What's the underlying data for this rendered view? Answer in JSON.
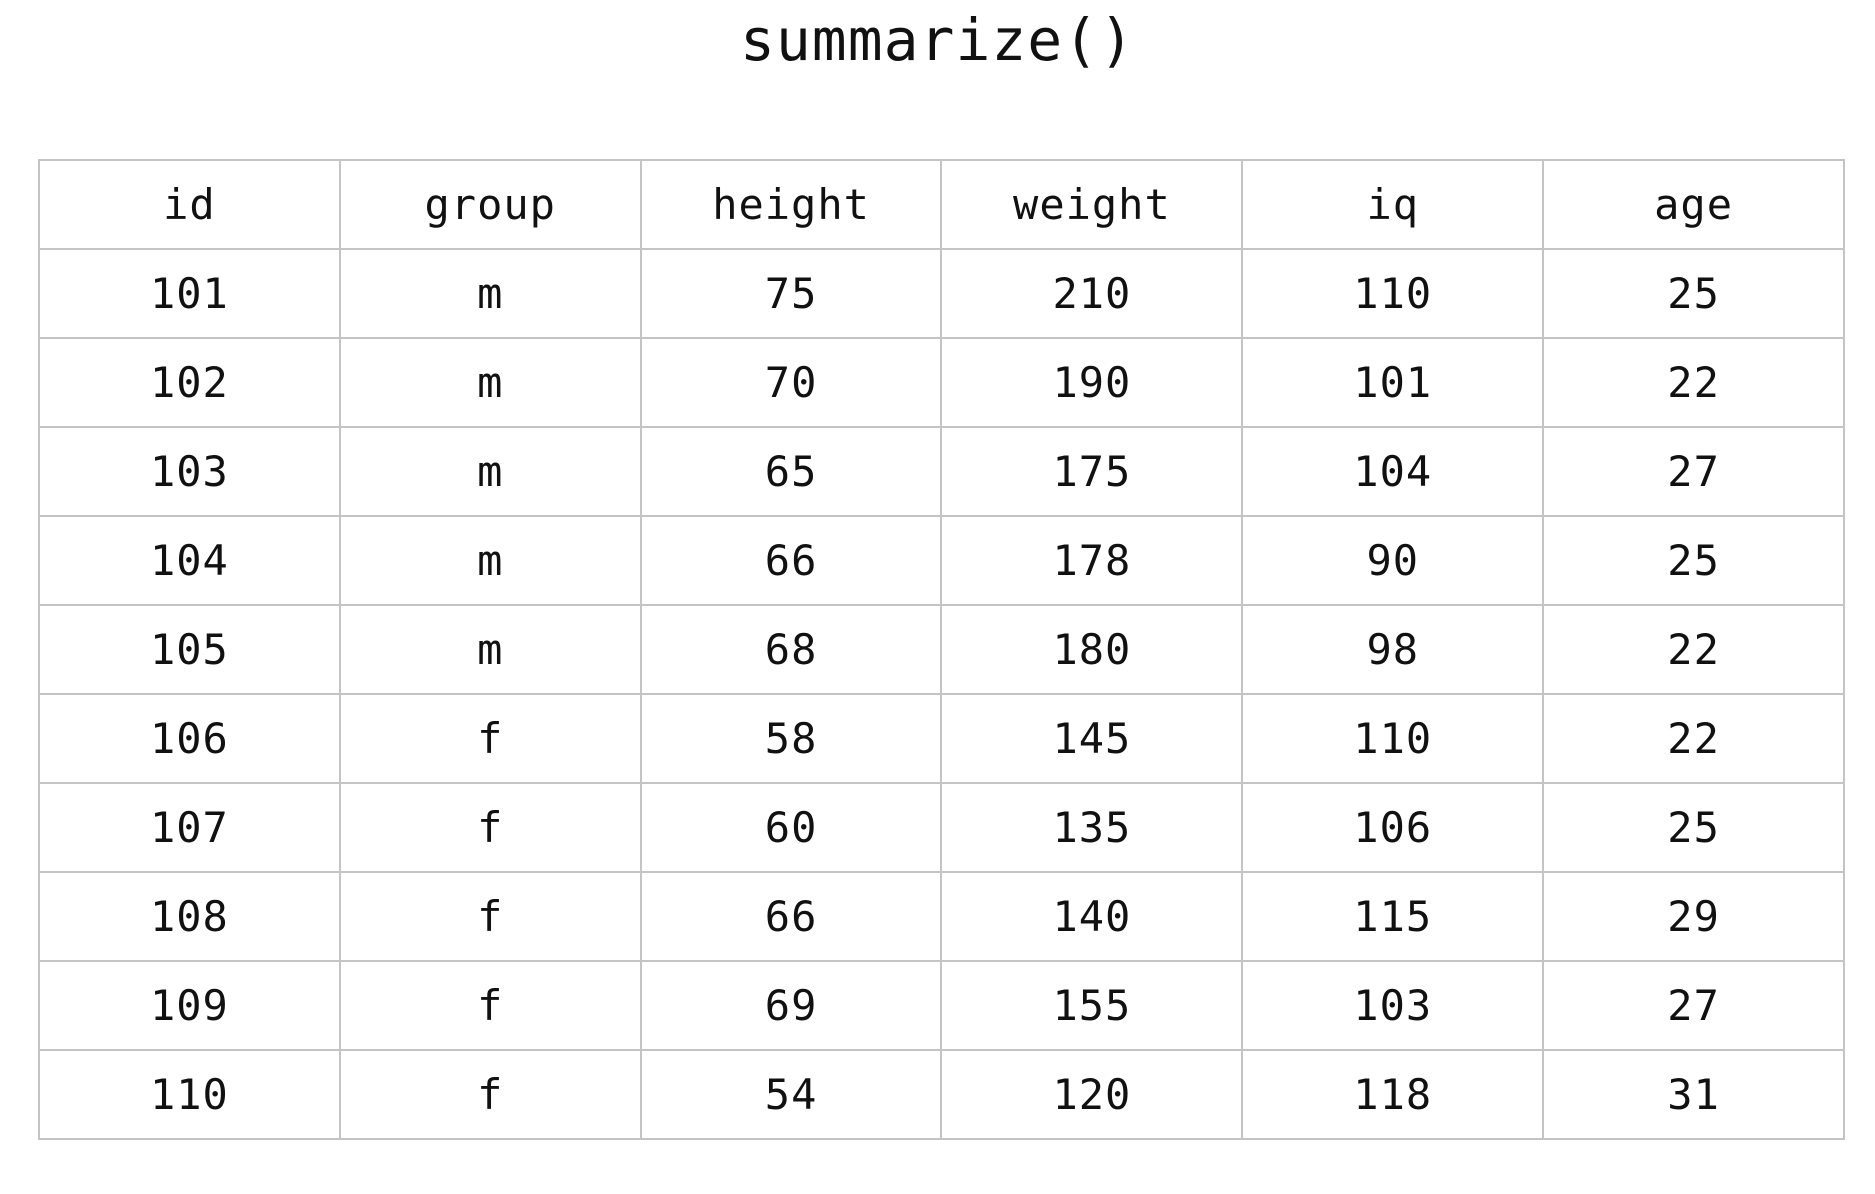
{
  "title": "summarize()",
  "table": {
    "columns": [
      "id",
      "group",
      "height",
      "weight",
      "iq",
      "age"
    ],
    "rows": [
      [
        "101",
        "m",
        "75",
        "210",
        "110",
        "25"
      ],
      [
        "102",
        "m",
        "70",
        "190",
        "101",
        "22"
      ],
      [
        "103",
        "m",
        "65",
        "175",
        "104",
        "27"
      ],
      [
        "104",
        "m",
        "66",
        "178",
        "90",
        "25"
      ],
      [
        "105",
        "m",
        "68",
        "180",
        "98",
        "22"
      ],
      [
        "106",
        "f",
        "58",
        "145",
        "110",
        "22"
      ],
      [
        "107",
        "f",
        "60",
        "135",
        "106",
        "25"
      ],
      [
        "108",
        "f",
        "66",
        "140",
        "115",
        "29"
      ],
      [
        "109",
        "f",
        "69",
        "155",
        "103",
        "27"
      ],
      [
        "110",
        "f",
        "54",
        "120",
        "118",
        "31"
      ]
    ]
  }
}
